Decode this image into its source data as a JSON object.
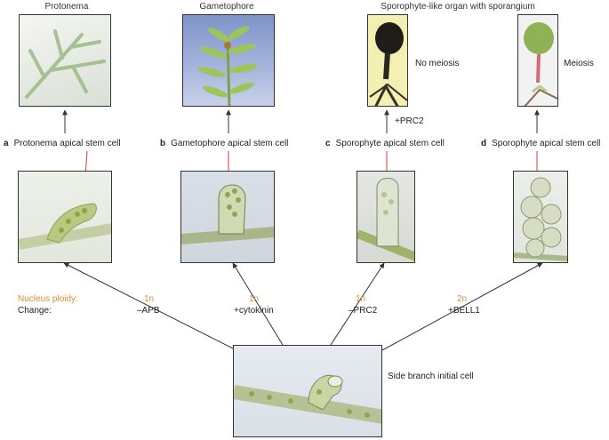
{
  "top_titles": {
    "a": "Protonema",
    "b": "Gametophore",
    "cd": "Sporophyte-like organ with sporangium"
  },
  "top_notes": {
    "c": "No meiosis",
    "d": "Meiosis"
  },
  "middle_arrow_label": "+PRC2",
  "panels": [
    {
      "letter": "a",
      "label": "Protonema apical stem cell"
    },
    {
      "letter": "b",
      "label": "Gametophore apical stem cell"
    },
    {
      "letter": "c",
      "label": "Sporophyte apical stem cell"
    },
    {
      "letter": "d",
      "label": "Sporophyte apical stem cell"
    }
  ],
  "legend": {
    "ploidy_label": "Nucleus ploidy:",
    "change_label": "Change:"
  },
  "transitions": [
    {
      "ploidy": "1n",
      "change": "–APB"
    },
    {
      "ploidy": "1n",
      "change": "+cytokinin"
    },
    {
      "ploidy": "1n",
      "change": "–PRC2"
    },
    {
      "ploidy": "2n",
      "change": "+BELL1"
    }
  ],
  "bottom_note": "Side branch initial cell",
  "colors": {
    "ploidy": "#e08a3c",
    "red_arrow": "#d83a3a",
    "line": "#333333"
  }
}
